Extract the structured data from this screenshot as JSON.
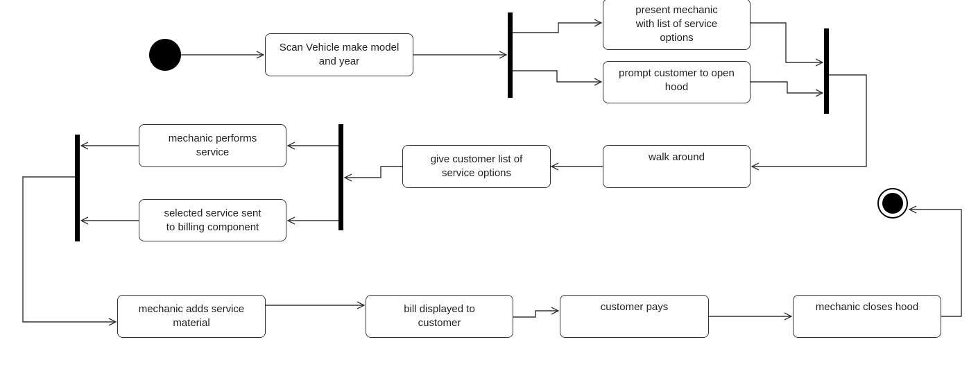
{
  "diagram": {
    "type": "UML activity diagram",
    "colors": {
      "line": "#333333",
      "fork_bar": "#000000",
      "node_border": "#333333",
      "background": "#ffffff"
    },
    "nodes": {
      "scan_vehicle": "Scan Vehicle make model\nand year",
      "present_mechanic": "present mechanic\nwith list of service\noptions",
      "prompt_customer": "prompt customer to open\nhood",
      "walk_around": "walk around",
      "give_customer_list": "give customer list of\nservice options",
      "mechanic_performs": "mechanic performs\nservice",
      "selected_service": "selected service sent\nto billing component",
      "mechanic_adds": "mechanic adds service\nmaterial",
      "bill_displayed": "bill displayed to\ncustomer",
      "customer_pays": "customer pays",
      "mechanic_closes": "mechanic closes hood"
    }
  }
}
